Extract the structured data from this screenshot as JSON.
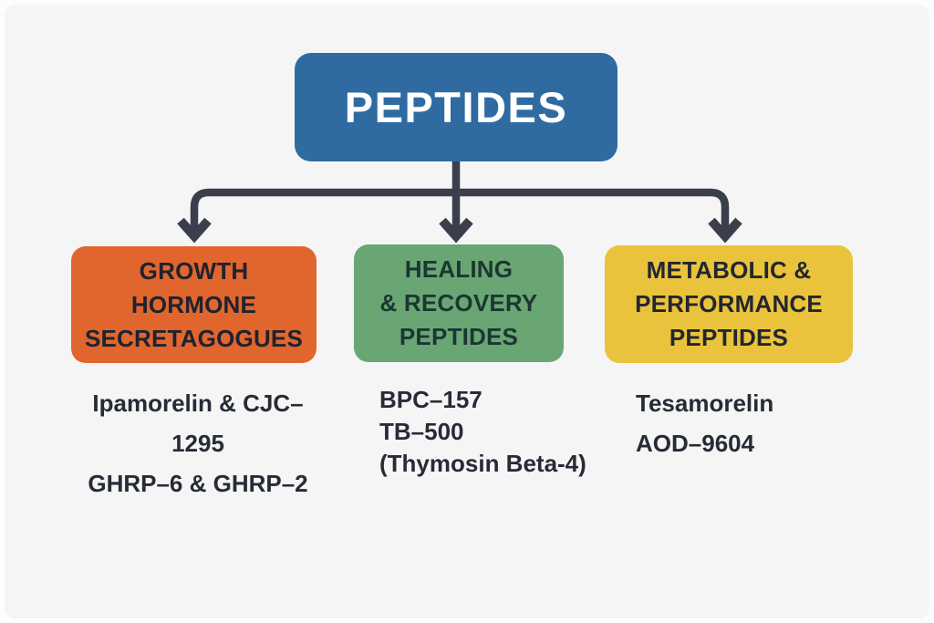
{
  "diagram": {
    "title": "PEPTIDES",
    "branches": [
      {
        "id": "growth-hormone-secretagogues",
        "heading": "GROWTH\nHORMONE\nSECRETAGOGUES",
        "items": [
          "Ipamorelin & CJC–1295",
          "GHRP–6 & GHRP–2"
        ]
      },
      {
        "id": "healing-recovery-peptides",
        "heading": "HEALING\n& RECOVERY\nPEPTIDES",
        "items": [
          "BPC–157",
          "TB–500",
          "(Thymosin Beta-4)"
        ]
      },
      {
        "id": "metabolic-performance-peptides",
        "heading": "METABOLIC &\nPERFORMANCE\nPEPTIDES",
        "items": [
          "Tesamorelin",
          "AOD–9604"
        ]
      }
    ]
  },
  "colors": {
    "background": "#f5f5f6",
    "root_box": "#2f6ba1",
    "root_text": "#ffffff",
    "branch_1_box": "#e0662e",
    "branch_2_box": "#69a673",
    "branch_3_box": "#e9c33c",
    "branch_1_text": "#20222f",
    "branch_2_text": "#1c3631",
    "branch_3_text": "#23262f",
    "item_text": "#262b35",
    "connector": "#3a3f4b"
  }
}
